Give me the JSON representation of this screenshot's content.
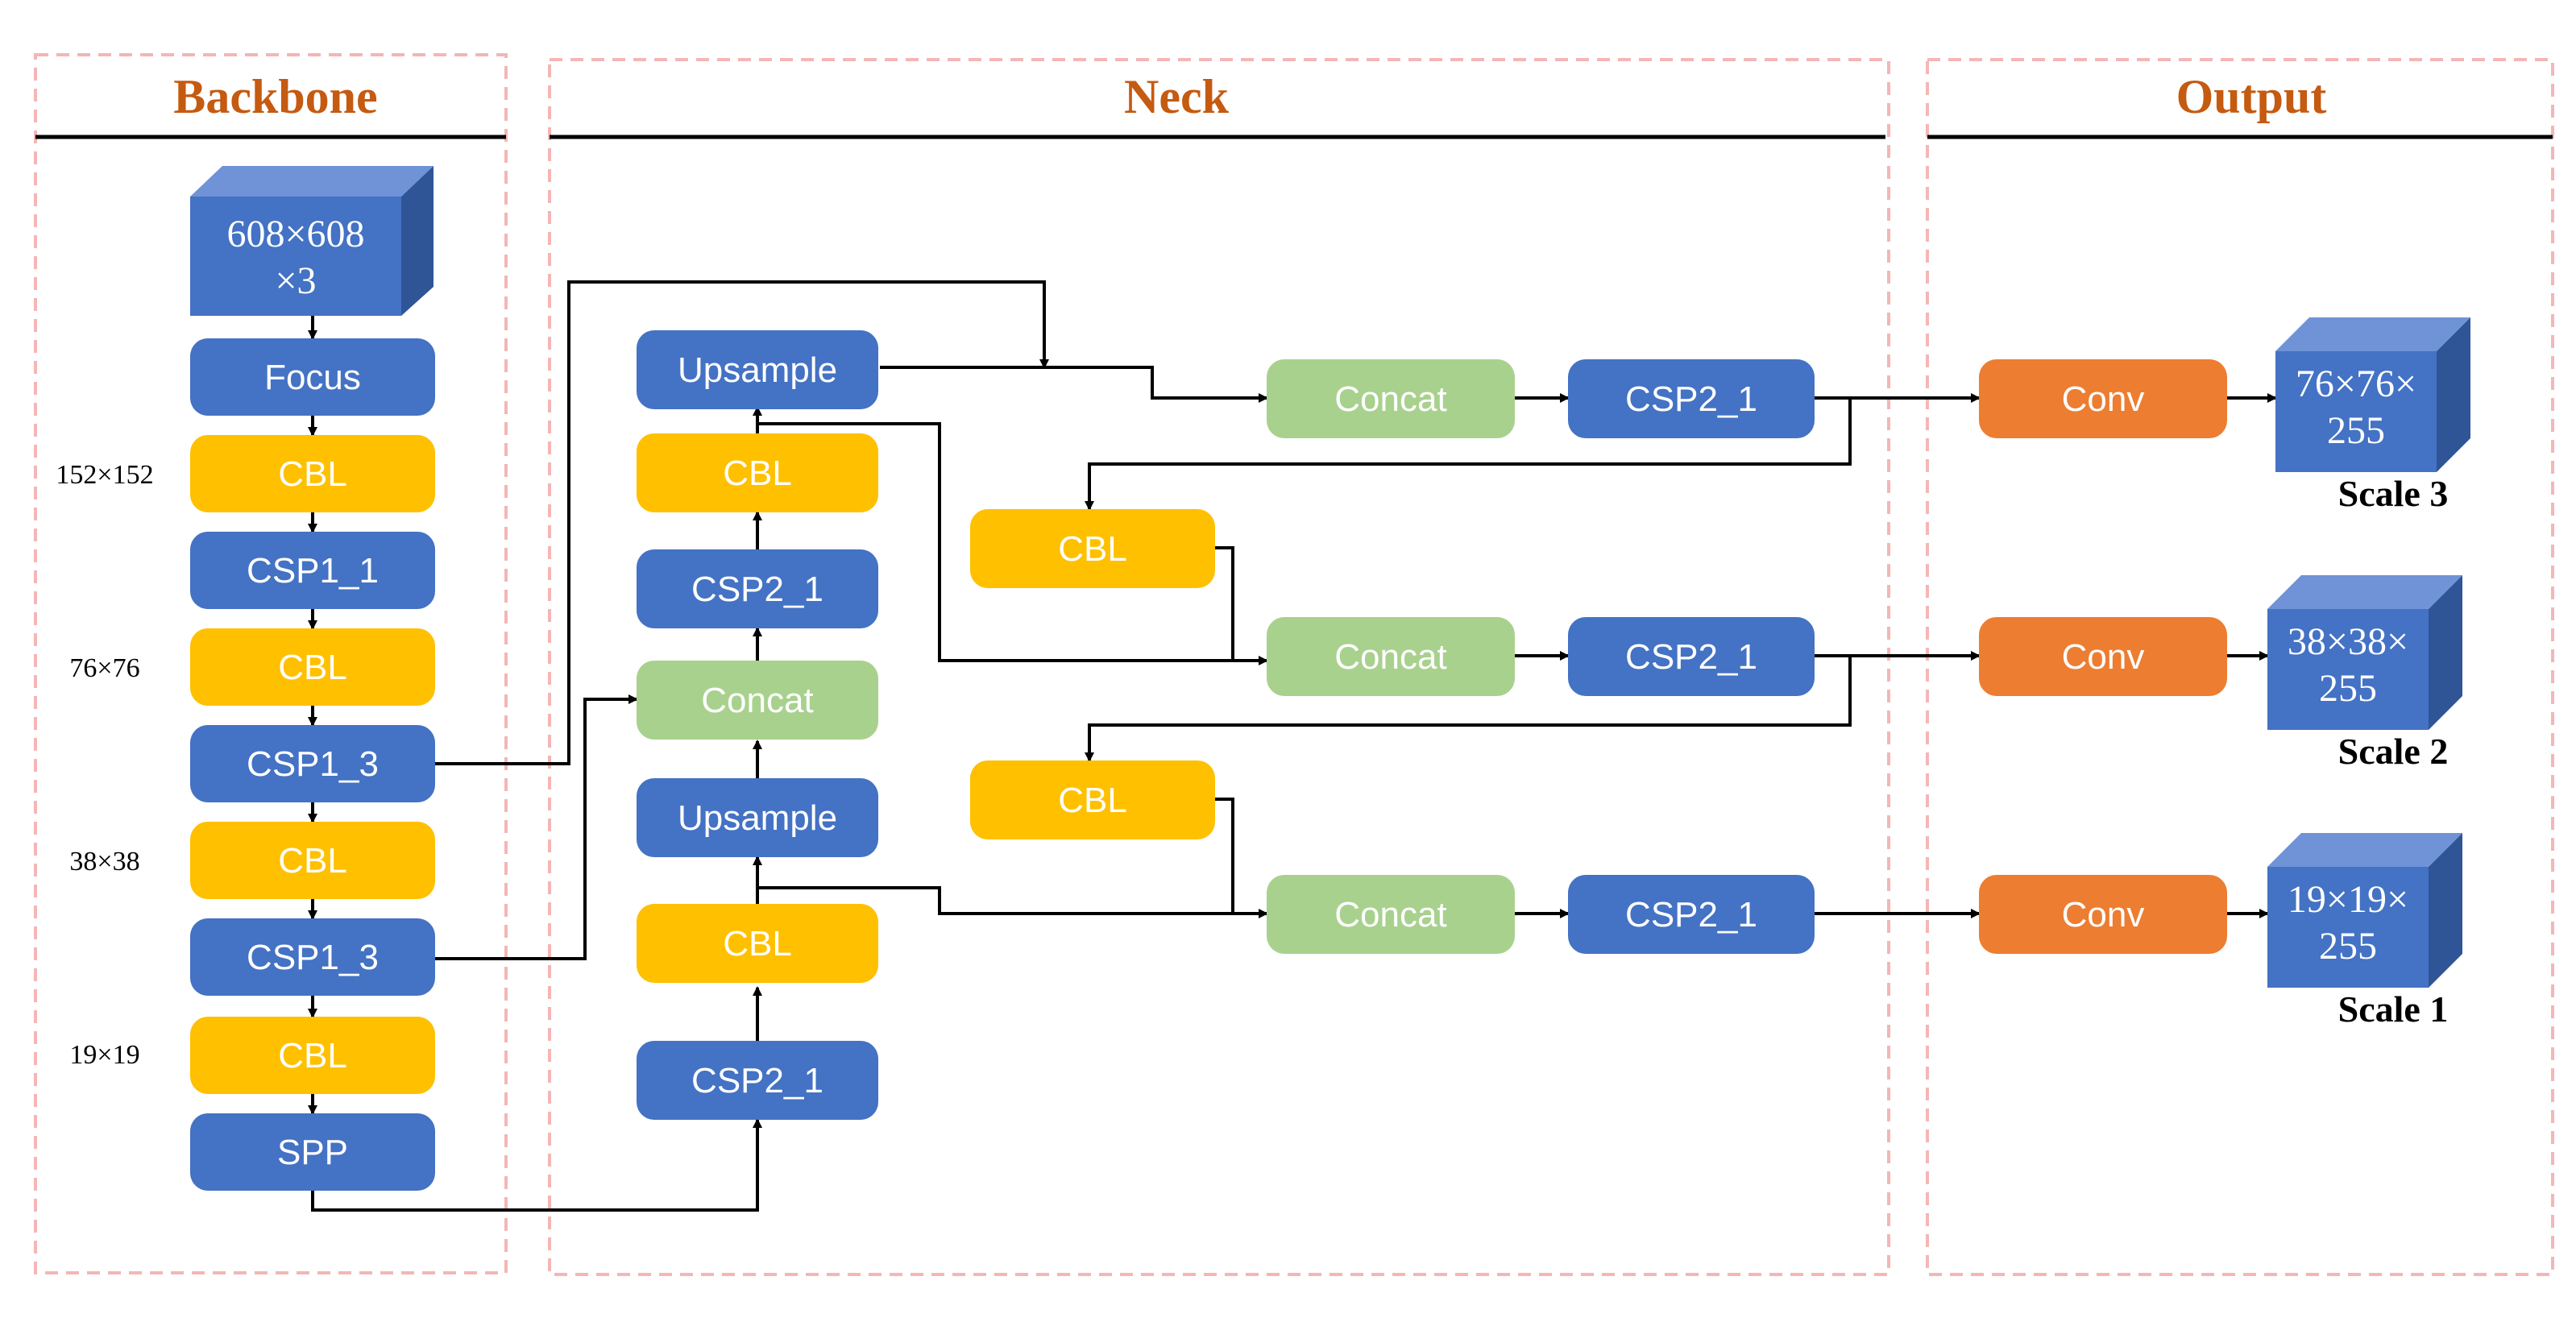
{
  "sections": {
    "backbone": "Backbone",
    "neck": "Neck",
    "output": "Output"
  },
  "colors": {
    "title": "#c55a11",
    "blue": "#4472c4",
    "yellow": "#ffc000",
    "green": "#a9d18e",
    "orange": "#ed7d31",
    "dashed_border": "#f4b6b6",
    "line": "#000000"
  },
  "backbone": {
    "input": [
      "608×608",
      "×3"
    ],
    "blocks": [
      "Focus",
      "CBL",
      "CSP1_1",
      "CBL",
      "CSP1_3",
      "CBL",
      "CSP1_3",
      "CBL",
      "SPP"
    ],
    "size_labels": [
      "152×152",
      "76×76",
      "38×38",
      "19×19"
    ]
  },
  "neck": {
    "column": [
      "Upsample",
      "CBL",
      "CSP2_1",
      "Concat",
      "Upsample",
      "CBL",
      "CSP2_1"
    ],
    "mid_cbl": [
      "CBL",
      "CBL"
    ],
    "concat": [
      "Concat",
      "Concat",
      "Concat"
    ],
    "csp": [
      "CSP2_1",
      "CSP2_1",
      "CSP2_1"
    ]
  },
  "output": {
    "conv": [
      "Conv",
      "Conv",
      "Conv"
    ],
    "tensors": [
      {
        "lines": [
          "76×76×",
          "255"
        ],
        "scale": "Scale 3"
      },
      {
        "lines": [
          "38×38×",
          "255"
        ],
        "scale": "Scale 2"
      },
      {
        "lines": [
          "19×19×",
          "255"
        ],
        "scale": "Scale 1"
      }
    ]
  }
}
